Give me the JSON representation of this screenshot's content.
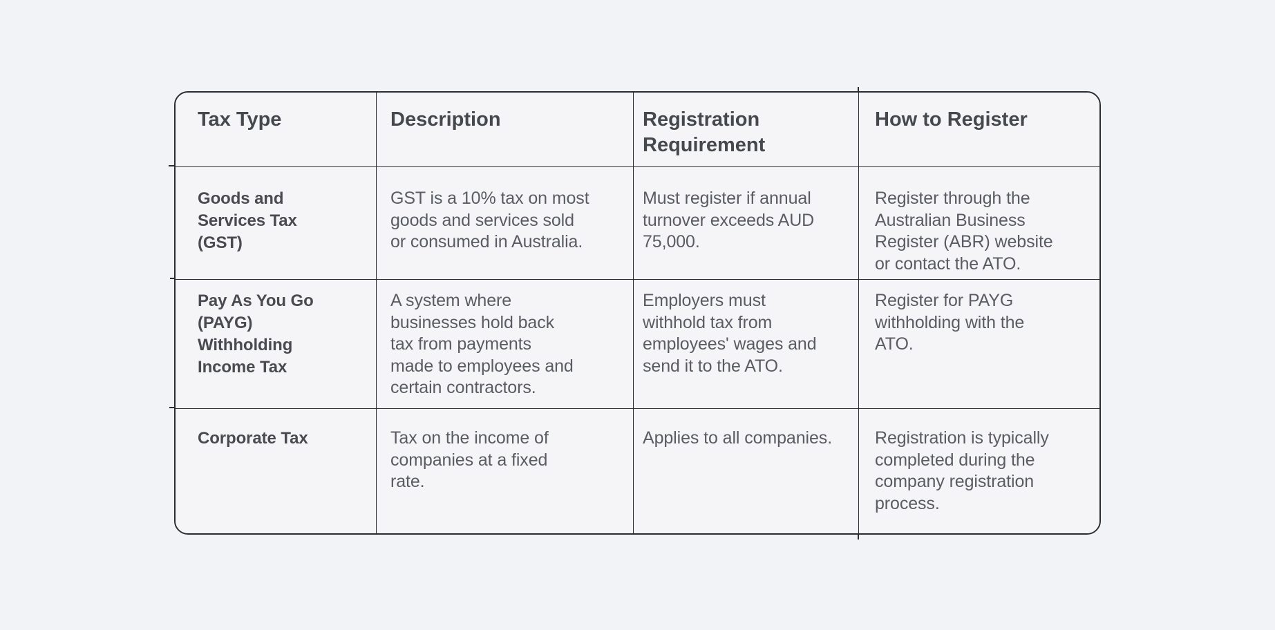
{
  "theme": {
    "page_bg": "#f2f3f6",
    "table_bg": "#f5f5f8",
    "line": "#2b2c30",
    "header_text": "#45484d",
    "bold_text": "#494b50",
    "body_text": "#595c62"
  },
  "table": {
    "columns": [
      {
        "key": "tax_type",
        "label": "Tax Type"
      },
      {
        "key": "description",
        "label": "Description"
      },
      {
        "key": "registration_requirement",
        "label": "Registration Requirement"
      },
      {
        "key": "how_to_register",
        "label": "How to Register"
      }
    ],
    "rows": [
      {
        "tax_type": "Goods and\nServices Tax\n(GST)",
        "description": "GST is a 10% tax on most\ngoods and services sold\nor consumed in Australia.",
        "registration_requirement": "Must register if annual\nturnover exceeds AUD\n75,000.",
        "how_to_register": "Register through the\nAustralian Business\nRegister (ABR) website\nor contact the ATO."
      },
      {
        "tax_type": "Pay As You Go\n(PAYG)\nWithholding\nIncome Tax",
        "description": "A system where\nbusinesses hold back\ntax from payments\nmade to employees and\ncertain contractors.",
        "registration_requirement": "Employers must\nwithhold tax from\nemployees' wages and\nsend it to the ATO.",
        "how_to_register": "Register for PAYG\nwithholding with the\nATO."
      },
      {
        "tax_type": "Corporate Tax",
        "description": "Tax on the income of\ncompanies at a fixed\nrate.",
        "registration_requirement": "Applies to all companies.",
        "how_to_register": "Registration is typically\ncompleted during the\ncompany registration\nprocess."
      }
    ]
  }
}
